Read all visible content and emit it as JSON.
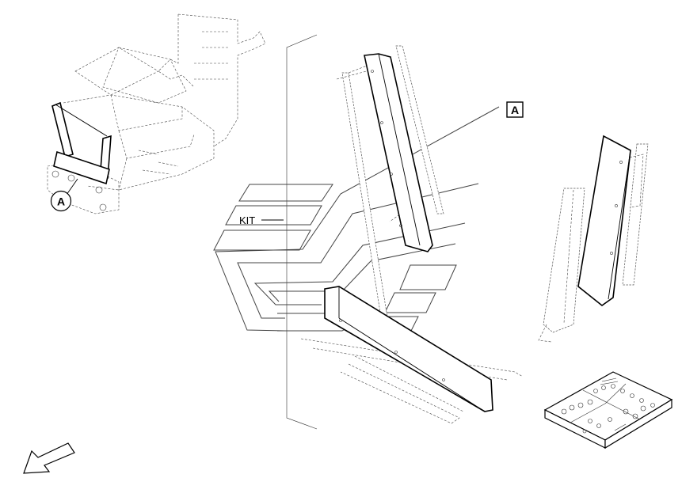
{
  "callouts": {
    "detail_left": "A",
    "detail_right": "A",
    "kit": "KIT"
  }
}
